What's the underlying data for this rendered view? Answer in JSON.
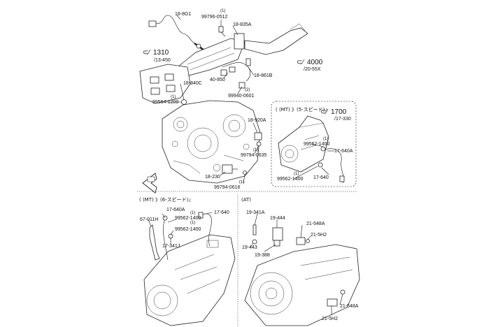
{
  "groups": {
    "g1310": "1310",
    "g1310_sub": "/13-450",
    "g4000": "4000",
    "g4000_sub": "/20-55X",
    "g1700": "1700",
    "g1700_sub": "/17-330"
  },
  "mt_box_header": "( (MT) 》(5-スピード)』",
  "mt6_header": "( (MT) 》(6-スピード)』",
  "at_header": "(AT)",
  "labels": {
    "p18_8g1": "18-8G1",
    "p99796_0512": "99796-0512",
    "p18_835a": "18-835A",
    "p18_840c": "18-840C",
    "p40_850": "40-850",
    "p18_861b": "18-861B",
    "p99940_0601": "99940-0601",
    "p99564_1200": "99564-1200",
    "p18_920a": "18-920A",
    "p99794_0635": "99794-0635",
    "p18_230": "18-230",
    "p99794_0616": "99794-0616",
    "p99562_1400_a": "99562-1400",
    "p17_640a_a": "17-640A",
    "p99562_1400_b": "99562-1400",
    "p17_640_a": "17-640",
    "p17_640a_b": "17-640A",
    "p67_011h": "67-011H",
    "p99562_1400_c": "99562-1400",
    "p99562_1400_d": "99562-1400",
    "p17_640_b": "17-640",
    "p17_341j": "17-341J",
    "p19_341a": "19-341A",
    "p19_444": "19-444",
    "p21_548a_a": "21-548A",
    "p21_5h2_a": "21-5H2",
    "p19_443": "19-443",
    "p19_388": "19-388",
    "p21_548a_b": "21-548A",
    "p21_5h2_b": "21-5H2"
  },
  "qty": {
    "one": "(1)",
    "two": "(2)"
  }
}
